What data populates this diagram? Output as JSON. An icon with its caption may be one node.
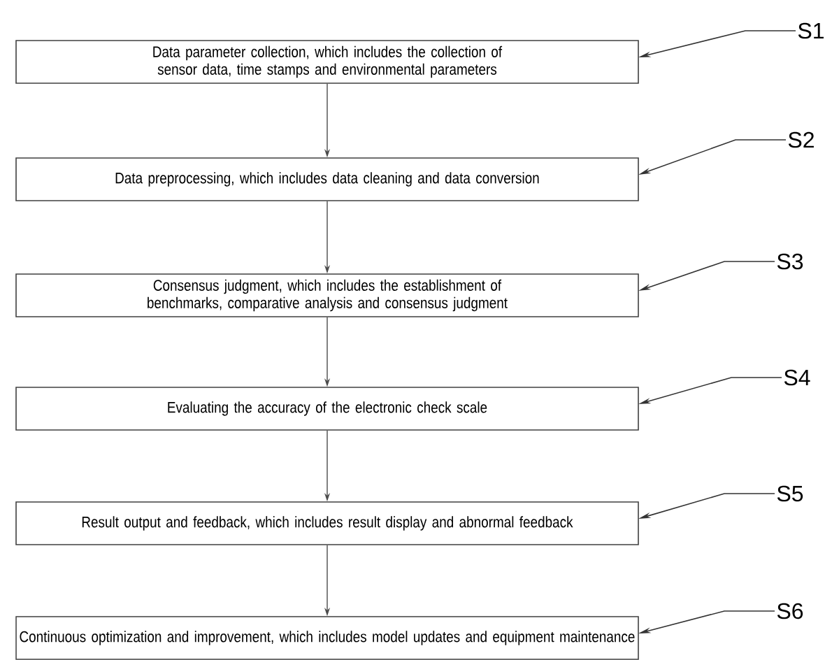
{
  "diagram": {
    "nodes": [
      {
        "text": [
          "Data parameter collection, which includes the collection of sensor data, time stamps and environmental parameters"
        ]
      },
      {
        "text": [
          "Data preprocessing, which includes data cleaning and data conversion"
        ]
      },
      {
        "text": [
          "Consensus judgment, which includes the establishment of benchmarks, comparative analysis and consensus judgment"
        ]
      },
      {
        "text": [
          "Evaluating the accuracy of the electronic check scale"
        ]
      },
      {
        "text": [
          "Result output and feedback, which includes result display and abnormal feedback"
        ]
      },
      {
        "text": [
          "Continuous optimization and improvement, which includes model updates and equipment maintenance"
        ]
      },
      {
        "text": [
          "S1"
        ]
      },
      {
        "text": [
          "S2"
        ]
      },
      {
        "text": [
          "S3"
        ]
      },
      {
        "text": [
          "S4"
        ]
      },
      {
        "text": [
          "S5"
        ]
      },
      {
        "text": [
          "S6"
        ]
      }
    ],
    "edges": [
      {
        "from": 0,
        "to": 1,
        "arrow": "to"
      },
      {
        "from": 1,
        "to": 2,
        "arrow": "to"
      },
      {
        "from": 2,
        "to": 3,
        "arrow": "to"
      },
      {
        "from": 3,
        "to": 4,
        "arrow": "to"
      },
      {
        "from": 4,
        "to": 5,
        "arrow": "to"
      },
      {
        "from": 6,
        "to": 0,
        "arrow": "to"
      },
      {
        "from": 7,
        "to": 1,
        "arrow": "to"
      },
      {
        "from": 8,
        "to": 2,
        "arrow": "to"
      },
      {
        "from": 9,
        "to": 3,
        "arrow": "to"
      },
      {
        "from": 10,
        "to": 4,
        "arrow": "to"
      },
      {
        "from": 11,
        "to": 5,
        "arrow": "to"
      }
    ]
  }
}
